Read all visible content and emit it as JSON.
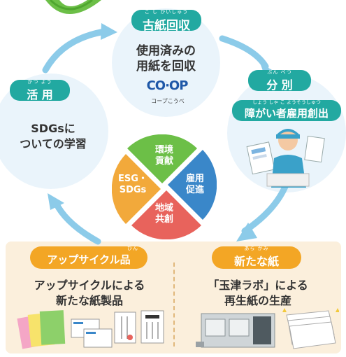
{
  "top": {
    "title": "古紙回収",
    "title_ruby": "こ し かいしゅう",
    "desc_line1": "使用済みの",
    "desc_line2": "用紙を回収",
    "logo_text": "CO·OP",
    "logo_caption": "コープこうべ"
  },
  "left": {
    "title": "活 用",
    "title_ruby": "かつ  よう",
    "desc_line1": "SDGsに",
    "desc_line2": "ついての学習"
  },
  "right": {
    "title": "分 別",
    "title_ruby": "ぶん  べつ",
    "subtitle": "障がい者雇用創出",
    "subtitle_ruby": "しょう          しゃ こ ようそうしゅつ"
  },
  "center": {
    "q_top": [
      "環境",
      "貢献"
    ],
    "q_right": [
      "雇用",
      "促進"
    ],
    "q_bottom": [
      "地域",
      "共創"
    ],
    "q_left": [
      "ESG・",
      "SDGs"
    ]
  },
  "bottom_left": {
    "title": "アップサイクル品",
    "title_ruby": "ひん",
    "desc_line1": "アップサイクルによる",
    "desc_line2": "新たな紙製品"
  },
  "bottom_right": {
    "title": "新たな紙",
    "title_ruby": "あら       かみ",
    "desc_line1": "「玉津ラボ」による",
    "desc_line2": "再生紙の生産"
  },
  "colors": {
    "teal": "#22a9a1",
    "orange": "#f3a625",
    "light_blue": "#eaf4fb",
    "arrow_blue": "#8ccbe9",
    "cream": "#fbefdc",
    "green": "#6cbf47",
    "blue": "#3a87c9",
    "red": "#e8635c",
    "yellow_orange": "#f2a93b"
  }
}
